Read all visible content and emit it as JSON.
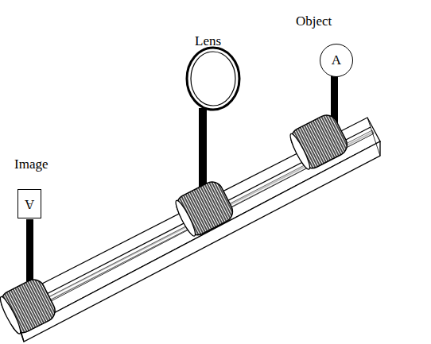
{
  "diagram": {
    "nodes": [
      {
        "text": [
          "Image",
          "A"
        ]
      },
      {
        "text": [
          "Object",
          "A"
        ]
      }
    ],
    "labels": [
      "Lens"
    ]
  }
}
